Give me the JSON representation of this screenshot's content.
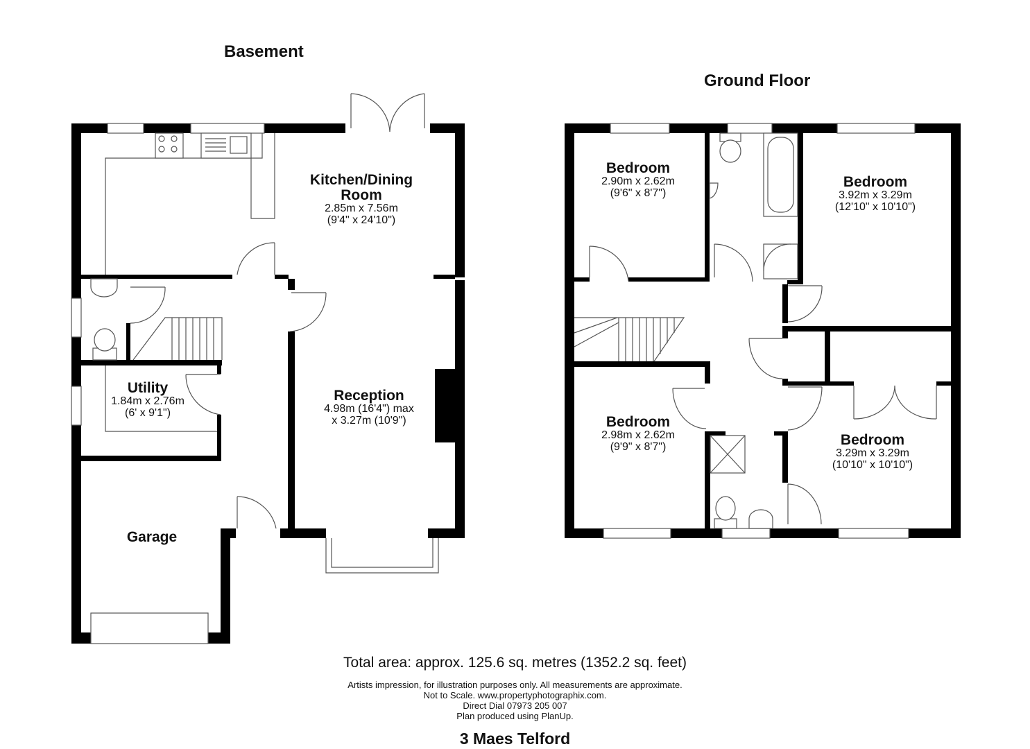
{
  "floors": {
    "basement": {
      "title": "Basement"
    },
    "ground": {
      "title": "Ground Floor"
    }
  },
  "rooms": {
    "kitchen": {
      "name_line1": "Kitchen/Dining",
      "name_line2": "Room",
      "dim_m": "2.85m x 7.56m",
      "dim_ft": "(9'4\" x 24'10\")"
    },
    "reception": {
      "name": "Reception",
      "dim_m": "4.98m (16'4\") max",
      "dim_ft": "x 3.27m (10'9\")"
    },
    "utility": {
      "name": "Utility",
      "dim_m": "1.84m x 2.76m",
      "dim_ft": "(6' x 9'1\")"
    },
    "garage": {
      "name": "Garage"
    },
    "bedroom_nw": {
      "name": "Bedroom",
      "dim_m": "2.90m x 2.62m",
      "dim_ft": "(9'6\" x 8'7\")"
    },
    "bedroom_ne": {
      "name": "Bedroom",
      "dim_m": "3.92m x 3.29m",
      "dim_ft": "(12'10\" x 10'10\")"
    },
    "bedroom_sw": {
      "name": "Bedroom",
      "dim_m": "2.98m x 2.62m",
      "dim_ft": "(9'9\" x 8'7\")"
    },
    "bedroom_se": {
      "name": "Bedroom",
      "dim_m": "3.29m x 3.29m",
      "dim_ft": "(10'10\" x 10'10\")"
    }
  },
  "footer": {
    "total_area": "Total area: approx. 125.6 sq. metres (1352.2 sq. feet)",
    "disclaimer_line1": "Artists impression, for illustration purposes only. All measurements are approximate.",
    "disclaimer_line2": "Not to Scale. www.propertyphotographix.com.",
    "disclaimer_line3": "Direct Dial 07973 205 007",
    "disclaimer_line4": "Plan produced using PlanUp.",
    "address": "3 Maes Telford"
  },
  "colors": {
    "wall": "#000000",
    "fixture_line": "#555555",
    "background": "#ffffff"
  }
}
